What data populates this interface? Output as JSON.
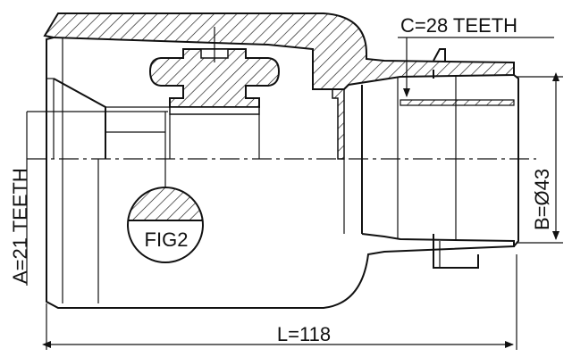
{
  "labels": {
    "c_teeth": "C=28 TEETH",
    "a_teeth": "A=21 TEETH",
    "b_diameter": "B=Ø43",
    "length": "L=118",
    "fig": "FIG2"
  },
  "colors": {
    "line": "#111111",
    "background": "#ffffff"
  }
}
